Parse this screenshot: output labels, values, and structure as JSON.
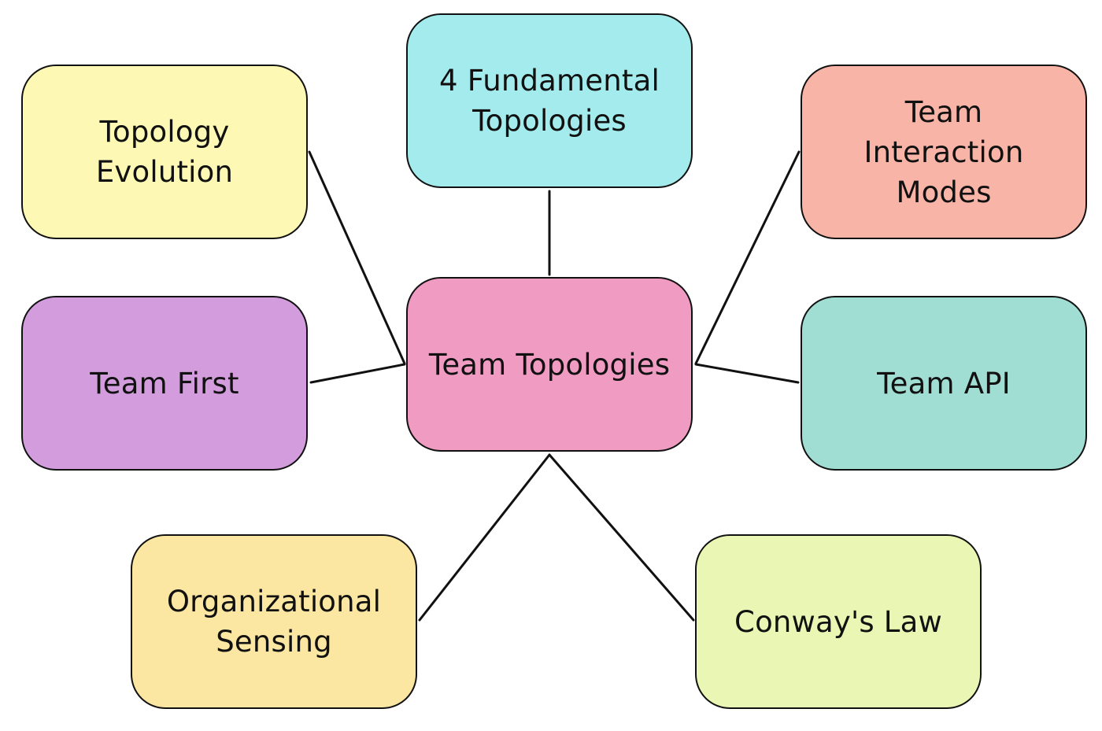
{
  "diagram": {
    "center": {
      "label": "Team Topologies",
      "color": "#f09bc2"
    },
    "nodes": [
      {
        "id": "fundamental",
        "label": "4 Fundamental\nTopologies",
        "color": "#a3ebec"
      },
      {
        "id": "evolution",
        "label": "Topology Evolution",
        "color": "#fdf9b5"
      },
      {
        "id": "interaction",
        "label": "Team\nInteraction\nModes",
        "color": "#f8b4a7"
      },
      {
        "id": "first",
        "label": "Team First",
        "color": "#d39ddd"
      },
      {
        "id": "api",
        "label": "Team API",
        "color": "#a0ddd2"
      },
      {
        "id": "sensing",
        "label": "Organizational\nSensing",
        "color": "#fbe7a2"
      },
      {
        "id": "conway",
        "label": "Conway's Law",
        "color": "#eaf6b3"
      }
    ],
    "edges": [
      {
        "from": "center",
        "to": "fundamental"
      },
      {
        "from": "center",
        "to": "evolution"
      },
      {
        "from": "center",
        "to": "interaction"
      },
      {
        "from": "center",
        "to": "first"
      },
      {
        "from": "center",
        "to": "api"
      },
      {
        "from": "center",
        "to": "sensing"
      },
      {
        "from": "center",
        "to": "conway"
      }
    ]
  }
}
